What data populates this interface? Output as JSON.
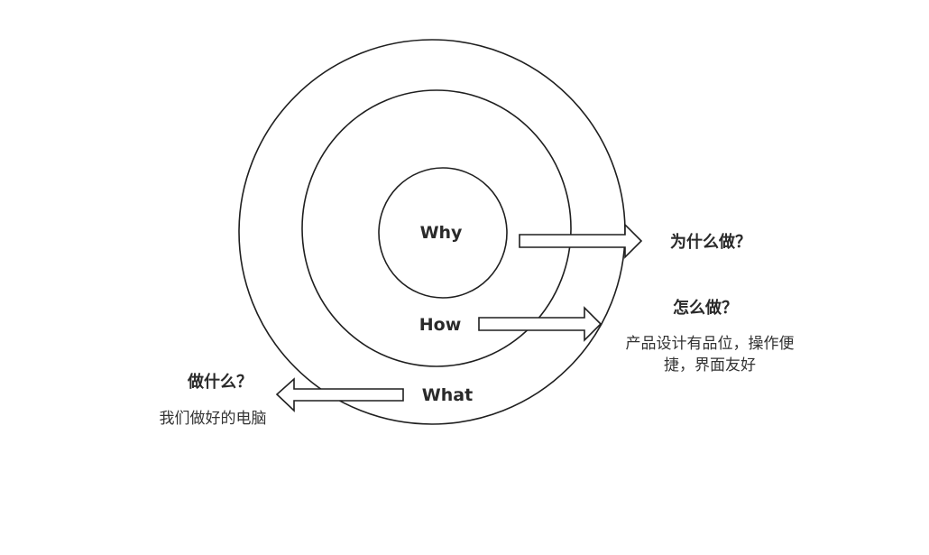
{
  "rings": {
    "inner": "Why",
    "middle": "How",
    "outer": "What"
  },
  "callouts": {
    "why": {
      "title": "为什么做？"
    },
    "how": {
      "title": "怎么做？",
      "line1": "产品设计有品位，操作便",
      "line2": "捷，界面友好"
    },
    "what": {
      "title": "做什么？",
      "text": "我们做好的电脑"
    }
  }
}
